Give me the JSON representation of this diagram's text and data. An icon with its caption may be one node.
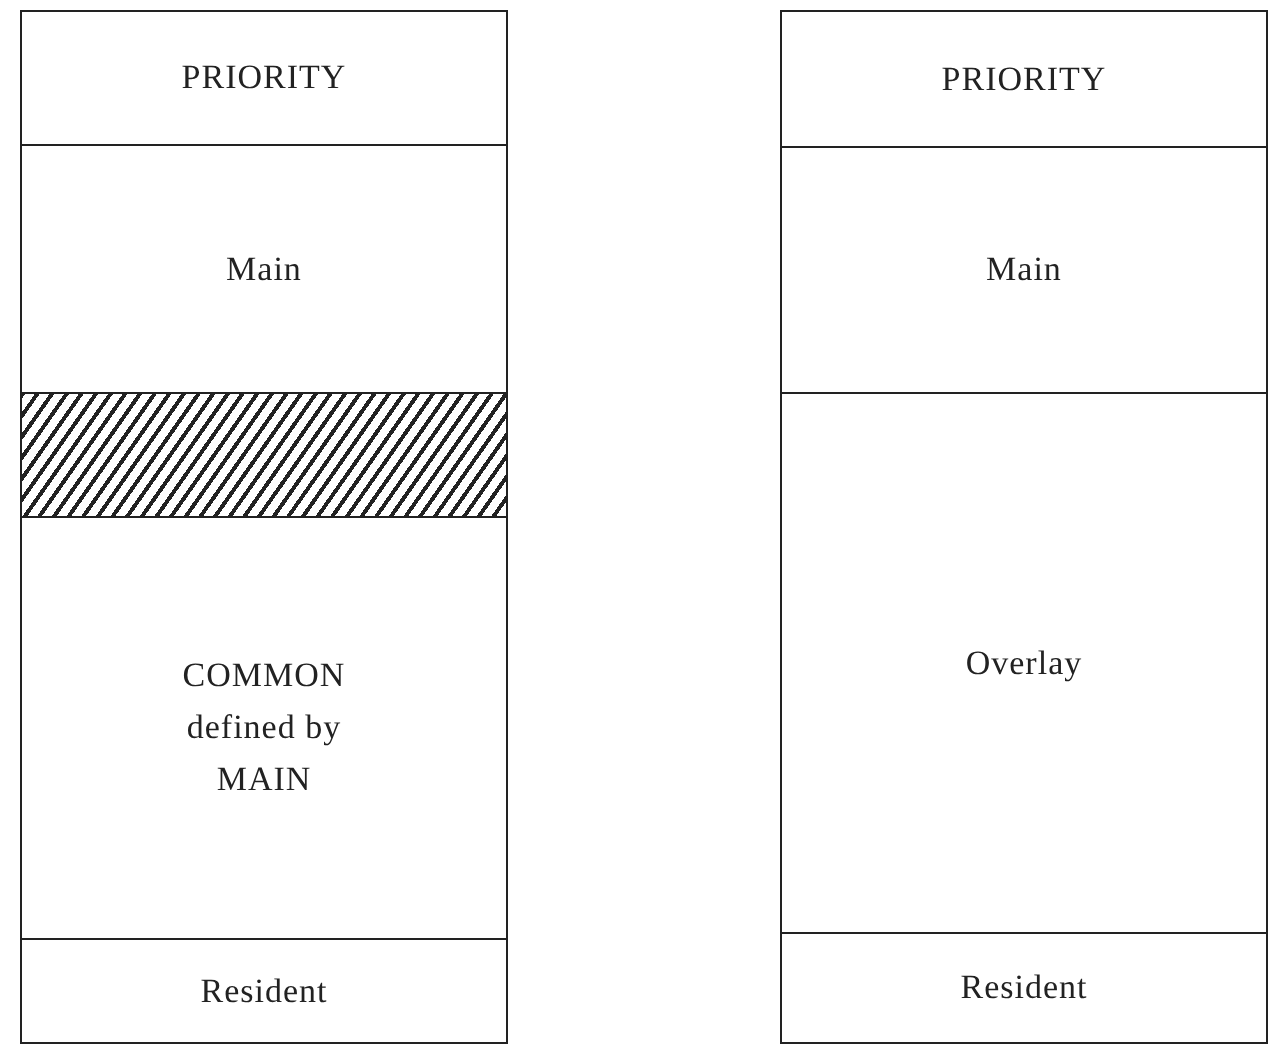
{
  "diagram": {
    "nodes": [
      {
        "text": [
          "PRIORITY"
        ]
      },
      {
        "text": [
          "Main"
        ]
      },
      {
        "text": [],
        "shape": "box"
      },
      {
        "text": [
          "COMMON defined by MAIN"
        ]
      },
      {
        "text": [
          "Resident"
        ]
      },
      {
        "text": [
          "PRIORITY"
        ]
      },
      {
        "text": [
          "Main"
        ]
      },
      {
        "text": [
          "Overlay"
        ]
      },
      {
        "text": [
          "Resident"
        ]
      }
    ]
  }
}
